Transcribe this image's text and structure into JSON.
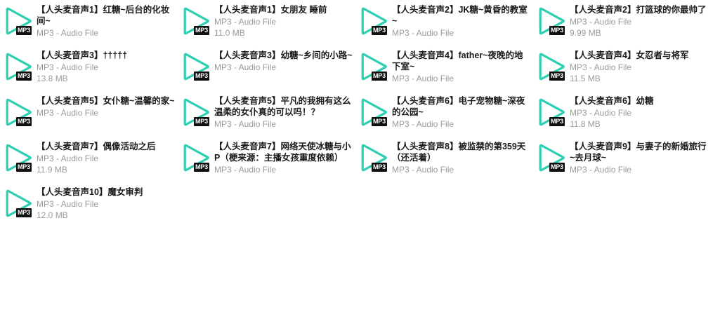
{
  "theme": {
    "background": "#ffffff",
    "accent_teal": "#2ecfb0",
    "title_color": "#1a1a1a",
    "meta_color": "#9a9a9a",
    "badge_bg": "#101010",
    "badge_fg": "#ffffff"
  },
  "icons": {
    "play": "play-triangle-icon",
    "badge_label": "MP3"
  },
  "layout": {
    "columns": 4,
    "rows": 5,
    "column_pitch": 253,
    "row_pitch": 65
  },
  "items": [
    {
      "col": 0,
      "row": 0,
      "title": "【人头麦音声1】红糖~后台的化妆间~",
      "type": "MP3 - Audio File",
      "size": "",
      "badge": "MP3"
    },
    {
      "col": 0,
      "row": 1,
      "title": "【人头麦音声3】†††††",
      "type": "MP3 - Audio File",
      "size": "13.8 MB",
      "badge": "MP3"
    },
    {
      "col": 0,
      "row": 2,
      "title": "【人头麦音声5】女仆糖~温馨的家~",
      "type": "MP3 - Audio File",
      "size": "",
      "badge": "MP3"
    },
    {
      "col": 0,
      "row": 3,
      "title": "【人头麦音声7】偶像活动之后",
      "type": "MP3 - Audio File",
      "size": "11.9 MB",
      "badge": "MP3"
    },
    {
      "col": 0,
      "row": 4,
      "title": "【人头麦音声10】魔女审判",
      "type": "MP3 - Audio File",
      "size": "12.0 MB",
      "badge": "MP3"
    },
    {
      "col": 1,
      "row": 0,
      "title": "【人头麦音声1】女朋友 睡前",
      "type": "MP3 - Audio File",
      "size": "11.0 MB",
      "badge": "MP3"
    },
    {
      "col": 1,
      "row": 1,
      "title": "【人头麦音声3】幼糖~乡间的小路~",
      "type": "MP3 - Audio File",
      "size": "",
      "badge": "MP3"
    },
    {
      "col": 1,
      "row": 2,
      "title": "【人头麦音声5】平凡的我拥有这么温柔的女仆真的可以吗！？",
      "type": "MP3 - Audio File",
      "size": "",
      "badge": "MP3"
    },
    {
      "col": 1,
      "row": 3,
      "title": "【人头麦音声7】网络天使冰糖与小P（梗来源：主播女孩重度依赖）",
      "type": "MP3 - Audio File",
      "size": "",
      "badge": "MP3"
    },
    {
      "col": 2,
      "row": 0,
      "title": "【人头麦音声2】JK糖~黄昏的教室~",
      "type": "MP3 - Audio File",
      "size": "",
      "badge": "MP3"
    },
    {
      "col": 2,
      "row": 1,
      "title": "【人头麦音声4】father~夜晚的地下室~",
      "type": "MP3 - Audio File",
      "size": "",
      "badge": "MP3"
    },
    {
      "col": 2,
      "row": 2,
      "title": "【人头麦音声6】电子宠物糖~深夜的公园~",
      "type": "MP3 - Audio File",
      "size": "",
      "badge": "MP3"
    },
    {
      "col": 2,
      "row": 3,
      "title": "【人头麦音声8】被监禁的第359天（还活着）",
      "type": "MP3 - Audio File",
      "size": "",
      "badge": "MP3"
    },
    {
      "col": 3,
      "row": 0,
      "title": "【人头麦音声2】打篮球的你最帅了",
      "type": "MP3 - Audio File",
      "size": "9.99 MB",
      "badge": "MP3"
    },
    {
      "col": 3,
      "row": 1,
      "title": "【人头麦音声4】女忍者与将军",
      "type": "MP3 - Audio File",
      "size": "11.5 MB",
      "badge": "MP3"
    },
    {
      "col": 3,
      "row": 2,
      "title": "【人头麦音声6】幼糖",
      "type": "MP3 - Audio File",
      "size": "11.8 MB",
      "badge": "MP3"
    },
    {
      "col": 3,
      "row": 3,
      "title": "【人头麦音声9】与妻子的新婚旅行~去月球~",
      "type": "MP3 - Audio File",
      "size": "",
      "badge": "MP3"
    }
  ]
}
